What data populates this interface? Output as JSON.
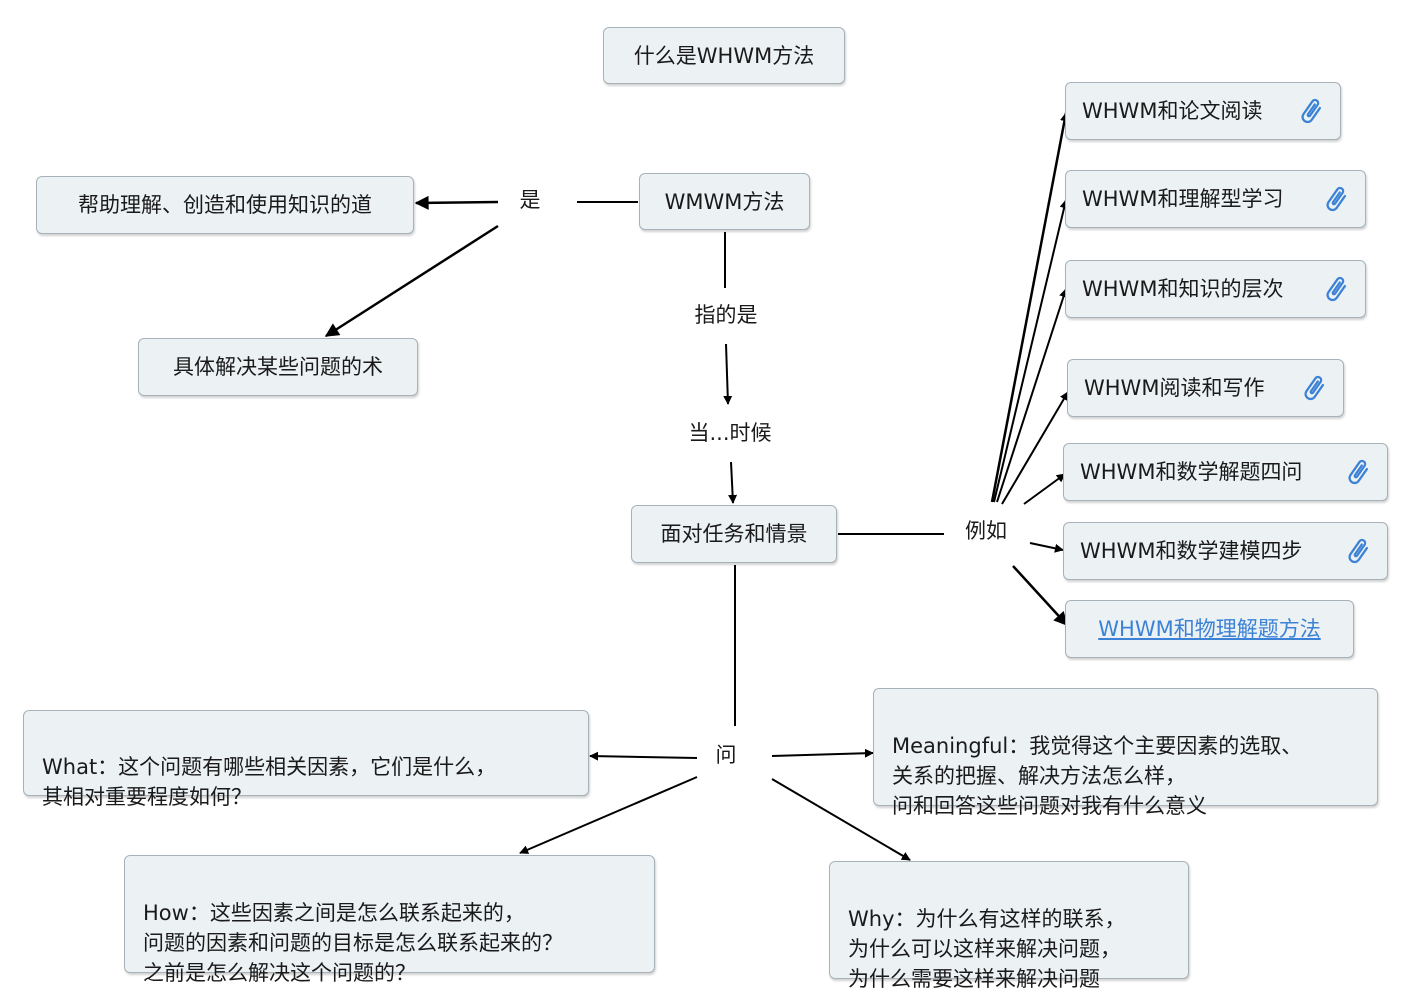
{
  "title": "什么是WHWM方法",
  "center": "WMWM方法",
  "links": {
    "is": "是",
    "refers": "指的是",
    "when": "当...时候",
    "example": "例如",
    "ask": "问"
  },
  "is_targets": [
    "帮助理解、创造和使用知识的道",
    "具体解决某些问题的术"
  ],
  "face": "面对任务和情景",
  "examples": [
    {
      "text": "WHWM和论文阅读",
      "attachment": true
    },
    {
      "text": "WHWM和理解型学习",
      "attachment": true
    },
    {
      "text": "WHWM和知识的层次",
      "attachment": true
    },
    {
      "text": "WHWM阅读和写作",
      "attachment": true
    },
    {
      "text": "WHWM和数学解题四问",
      "attachment": true
    },
    {
      "text": "WHWM和数学建模四步",
      "attachment": true
    },
    {
      "text": "WHWM和物理解题方法",
      "attachment": false,
      "hyperlink": true
    }
  ],
  "questions": {
    "what": "What：这个问题有哪些相关因素，它们是什么，\n其相对重要程度如何？",
    "how": "How：这些因素之间是怎么联系起来的，\n问题的因素和问题的目标是怎么联系起来的？\n之前是怎么解决这个问题的？",
    "why": "Why：为什么有这样的联系，\n为什么可以这样来解决问题，\n为什么需要这样来解决问题",
    "meaningful": "Meaningful：我觉得这个主要因素的选取、\n关系的把握、解决方法怎么样，\n问和回答这些问题对我有什么意义"
  },
  "icons": {
    "attachment": "paperclip-icon"
  },
  "colors": {
    "node_bg": "#ecf1f4",
    "node_border": "#a7b2ba",
    "link_text": "#3b82d6",
    "clip": "#3b82d6"
  }
}
